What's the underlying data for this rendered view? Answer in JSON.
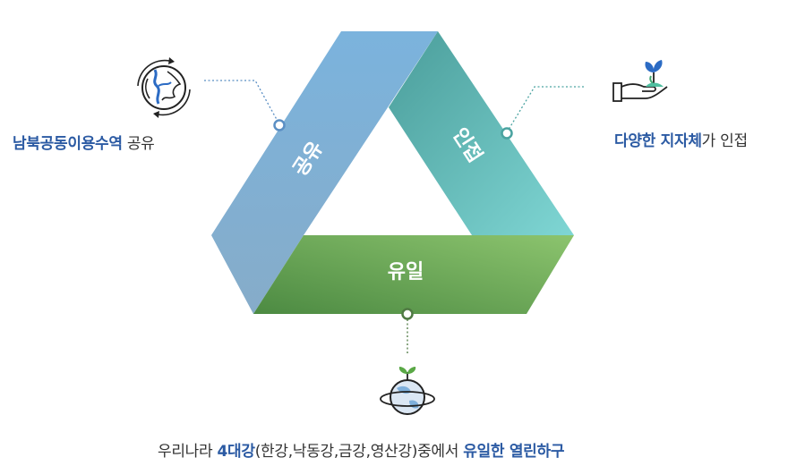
{
  "diagram": {
    "bands": {
      "share": {
        "label": "공유",
        "color_start": "#7bb3dd",
        "color_end": "#86acc9"
      },
      "adjacent": {
        "label": "인접",
        "color_start": "#4a9d9a",
        "color_end": "#7fd6d4"
      },
      "unique": {
        "label": "유일",
        "color_start": "#4c8a42",
        "color_end": "#8cc46e"
      }
    },
    "captions": {
      "left": {
        "highlight": "남북공동이용수역",
        "rest": " 공유"
      },
      "right": {
        "highlight": "다양한 지자체",
        "rest": "가 인접"
      },
      "bottom": {
        "prefix": "우리나라 ",
        "highlight1": "4대강",
        "middle": "(한강,낙동강,금강,영산강)중에서 ",
        "highlight2": "유일한 열린하구"
      }
    },
    "icons": {
      "left": "globe-crack-icon",
      "right": "hand-sprout-icon",
      "bottom": "planet-sprout-icon"
    },
    "colors": {
      "highlight_text": "#2b5aa3",
      "body_text": "#333333",
      "leader_left": "#5b8fc4",
      "leader_right": "#4aa3a0",
      "leader_bottom": "#4f7a43"
    }
  }
}
